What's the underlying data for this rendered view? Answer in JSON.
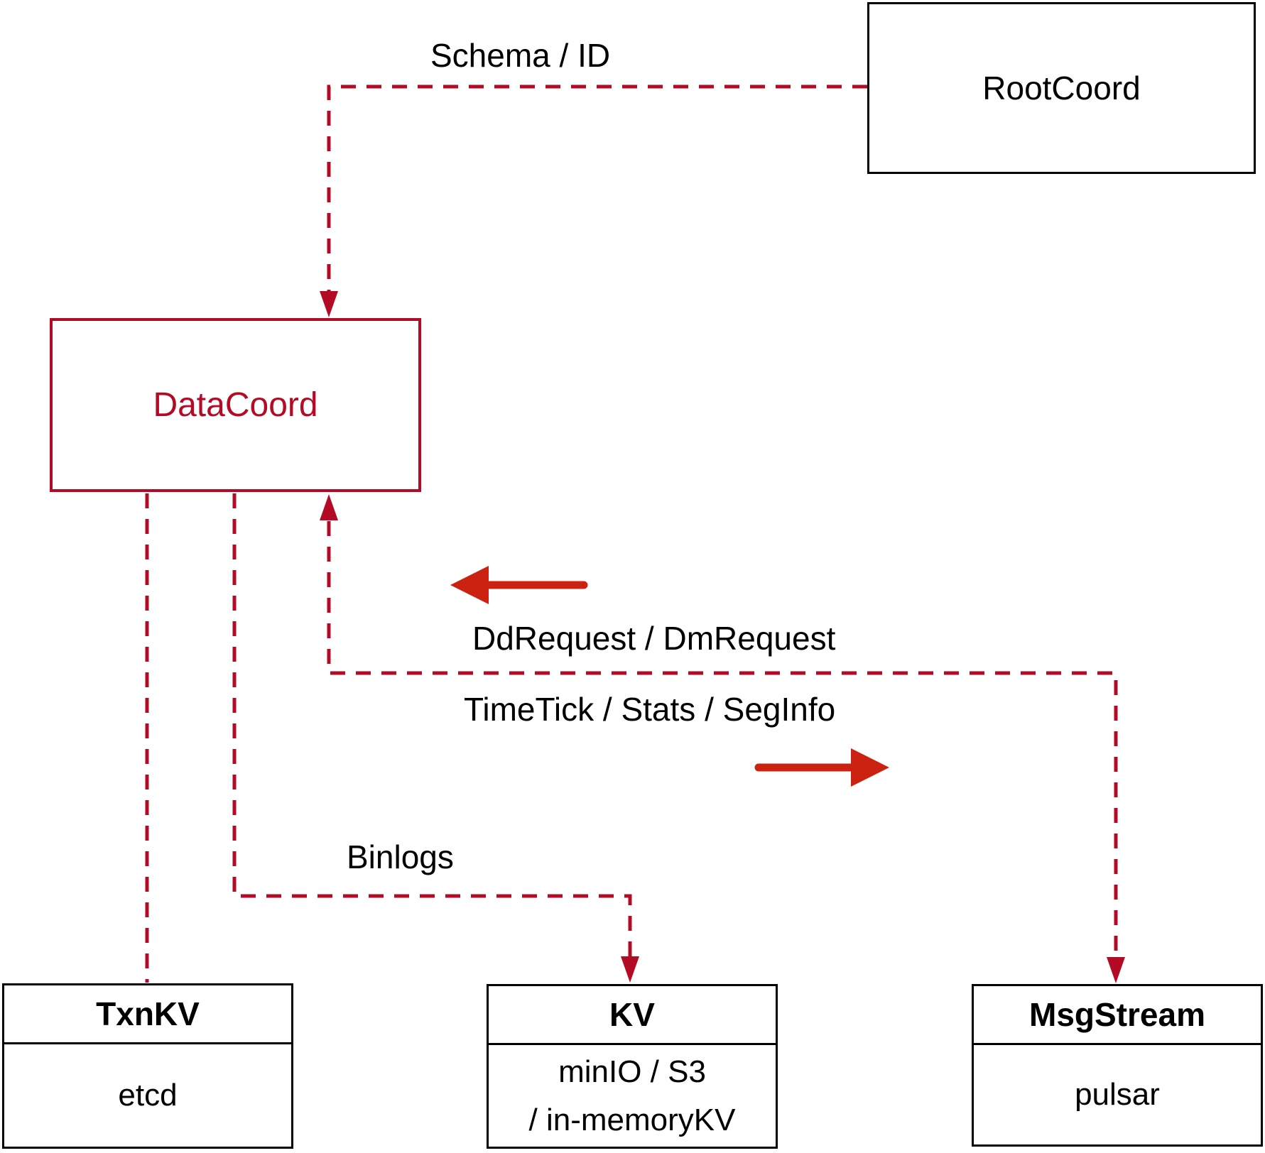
{
  "colors": {
    "connector-red": "#b30b26",
    "arrow-red": "#cc2211",
    "box-border": "#000000",
    "label-ink": "#000000"
  },
  "nodes": {
    "rootcoord": {
      "label": "RootCoord"
    },
    "datacoord": {
      "label": "DataCoord"
    },
    "txnkv": {
      "title": "TxnKV",
      "lines": [
        "etcd"
      ]
    },
    "kv": {
      "title": "KV",
      "lines": [
        "minIO / S3",
        "/ in-memoryKV"
      ]
    },
    "msgstream": {
      "title": "MsgStream",
      "lines": [
        "pulsar"
      ]
    }
  },
  "edges": {
    "schema_id": {
      "label": "Schema / ID"
    },
    "dd_dm": {
      "label": "DdRequest / DmRequest"
    },
    "timetick": {
      "label": "TimeTick / Stats / SegInfo"
    },
    "binlogs": {
      "label": "Binlogs"
    }
  }
}
